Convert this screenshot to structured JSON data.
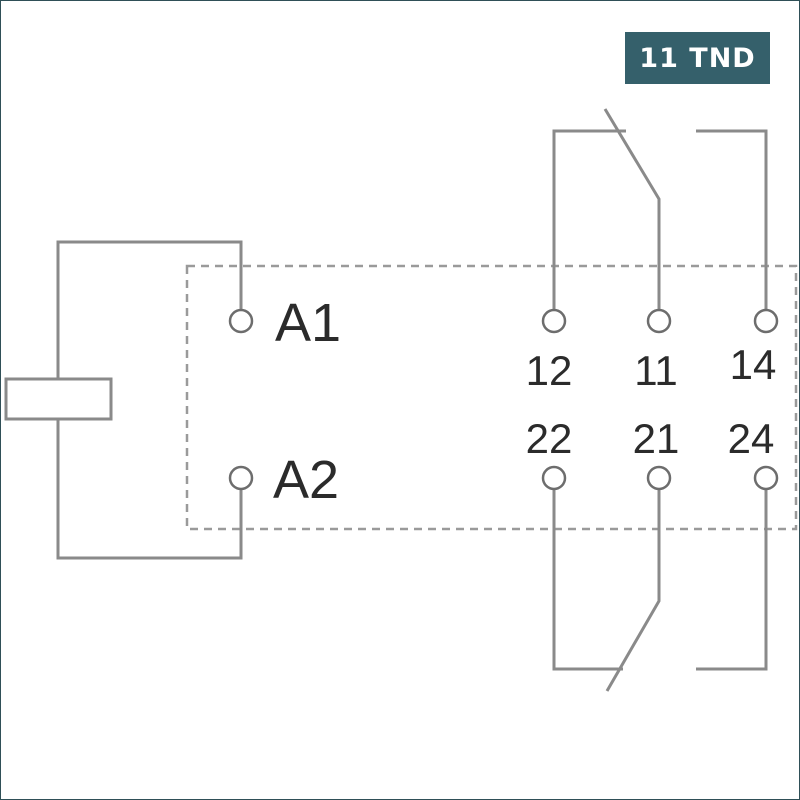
{
  "badge": {
    "text": "11 TND",
    "color": "#35606b"
  },
  "coil_terminals": {
    "a1": "A1",
    "a2": "A2"
  },
  "contact_terminals": {
    "top": [
      "12",
      "11",
      "14"
    ],
    "bottom": [
      "22",
      "21",
      "24"
    ]
  }
}
